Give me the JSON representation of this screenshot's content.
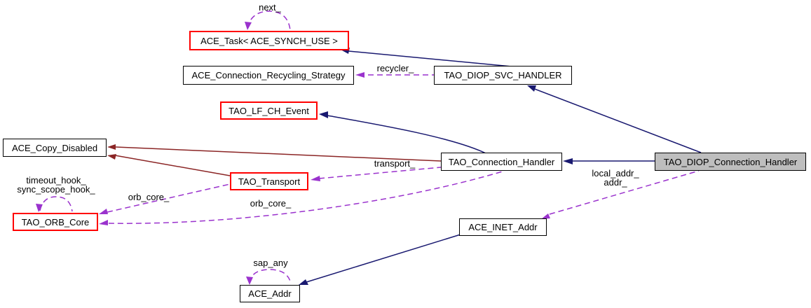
{
  "diagram": {
    "type": "class-collaboration-graph",
    "background": "#ffffff",
    "colors": {
      "inheritance_edge": "#191970",
      "private_inheritance_edge": "#8b2525",
      "usage_edge": "#9a32cd",
      "highlight_border": "#ff0000",
      "default_border": "#000000",
      "focus_node_fill": "#bebebe",
      "node_fill": "#ffffff"
    },
    "nodes": {
      "ace_task": {
        "label": "ACE_Task< ACE_SYNCH_USE >"
      },
      "conn_recycling": {
        "label": "ACE_Connection_Recycling_Strategy"
      },
      "diop_svc_handler": {
        "label": "TAO_DIOP_SVC_HANDLER"
      },
      "lf_ch_event": {
        "label": "TAO_LF_CH_Event"
      },
      "copy_disabled": {
        "label": "ACE_Copy_Disabled"
      },
      "conn_handler": {
        "label": "TAO_Connection_Handler"
      },
      "diop_conn_handler": {
        "label": "TAO_DIOP_Connection_Handler"
      },
      "transport": {
        "label": "TAO_Transport"
      },
      "orb_core": {
        "label": "TAO_ORB_Core"
      },
      "inet_addr": {
        "label": "ACE_INET_Addr"
      },
      "ace_addr": {
        "label": "ACE_Addr"
      }
    },
    "edge_labels": {
      "next": "next_",
      "recycler": "recycler_",
      "transport": "transport_",
      "orb_core_a": "orb_core_",
      "orb_core_b": "orb_core_",
      "timeout_hook": "timeout_hook_",
      "sync_scope_hook": "sync_scope_hook_",
      "local_addr": "local_addr_",
      "addr": "addr_",
      "sap_any": "sap_any"
    }
  }
}
